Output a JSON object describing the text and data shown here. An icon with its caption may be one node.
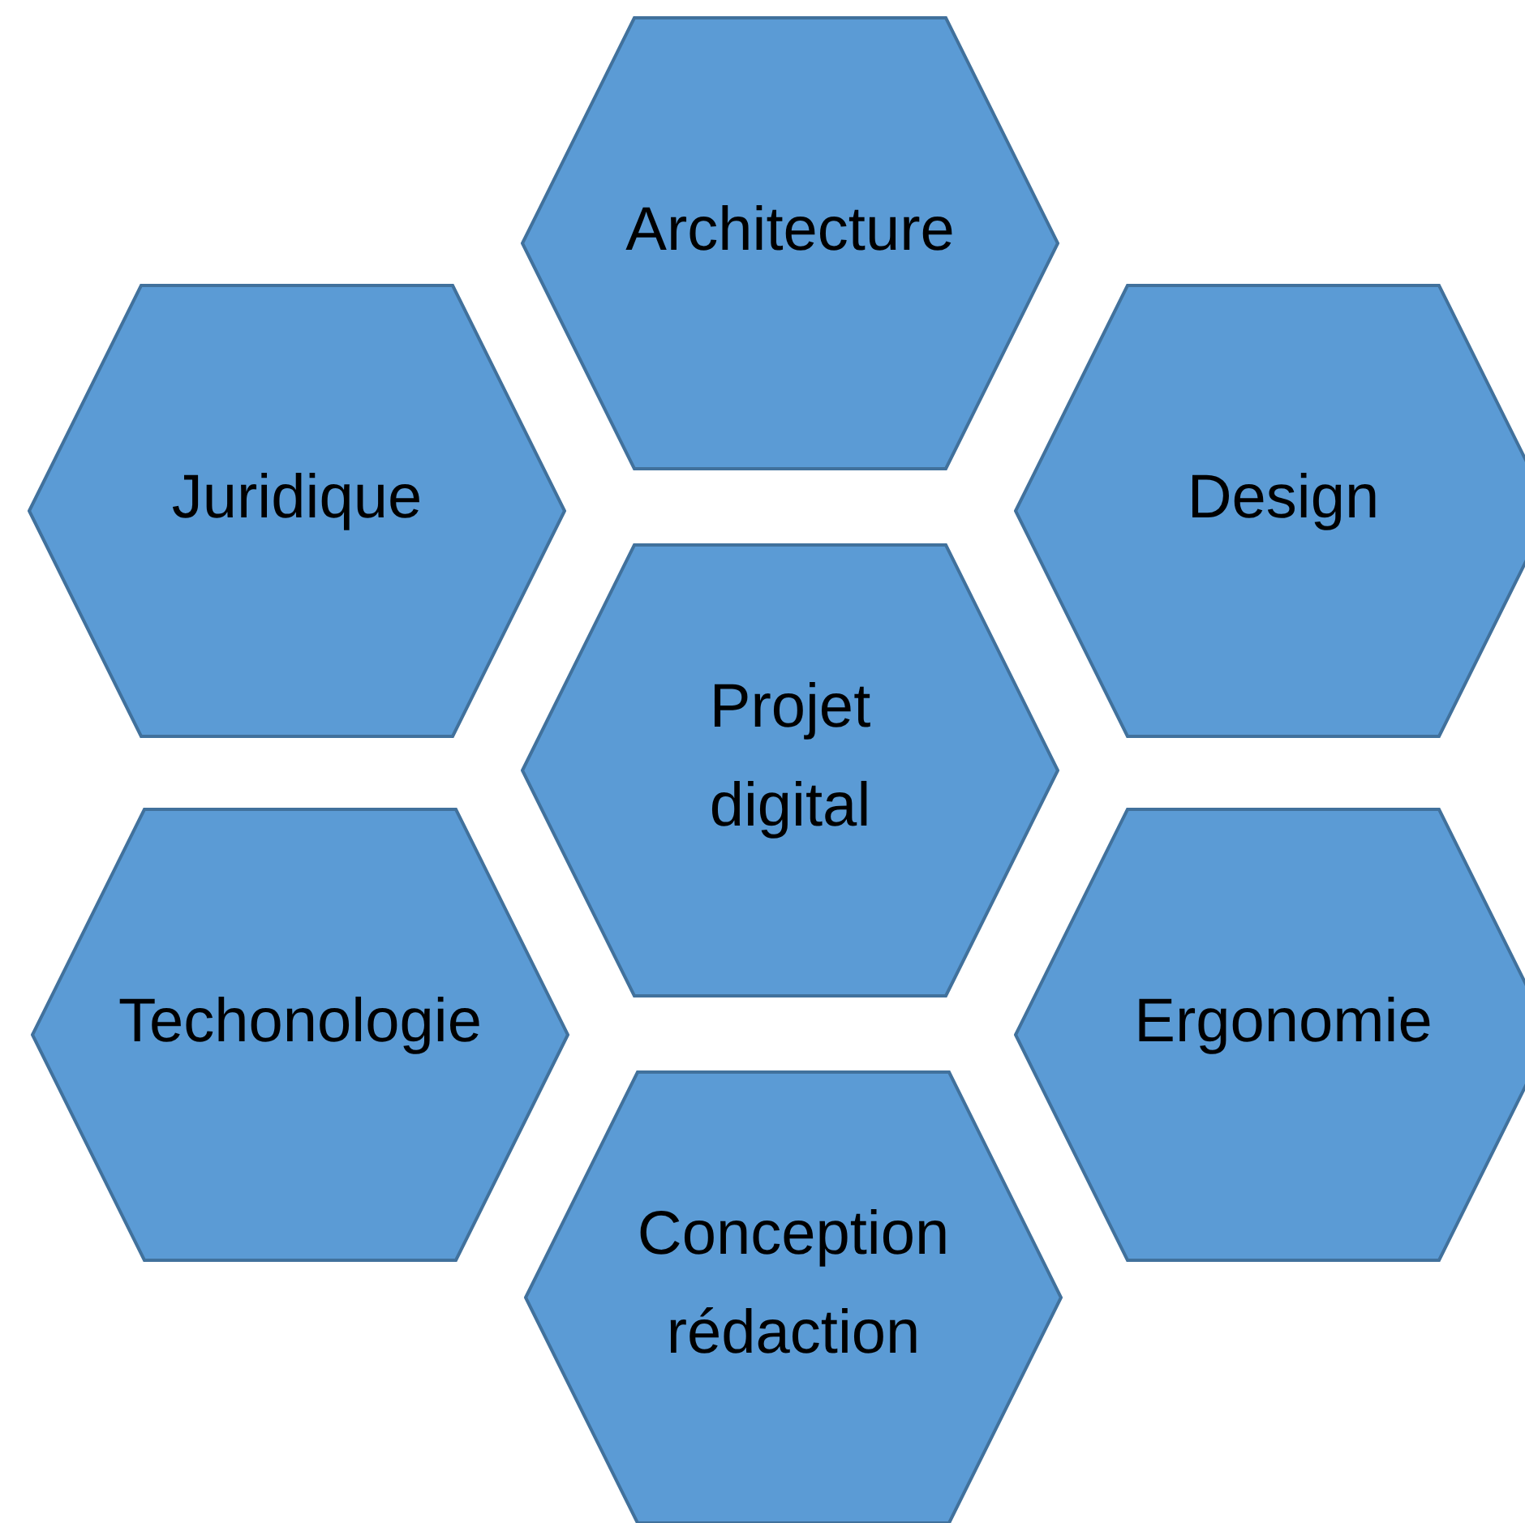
{
  "diagram": {
    "nodes": [
      {
        "text": [
          "Architecture"
        ]
      },
      {
        "text": [
          "Juridique"
        ]
      },
      {
        "text": [
          "Design"
        ]
      },
      {
        "text": [
          "Projet digital"
        ]
      },
      {
        "text": [
          "Techonologie"
        ]
      },
      {
        "text": [
          "Ergonomie"
        ]
      },
      {
        "text": [
          "Conception rédaction"
        ]
      }
    ]
  }
}
